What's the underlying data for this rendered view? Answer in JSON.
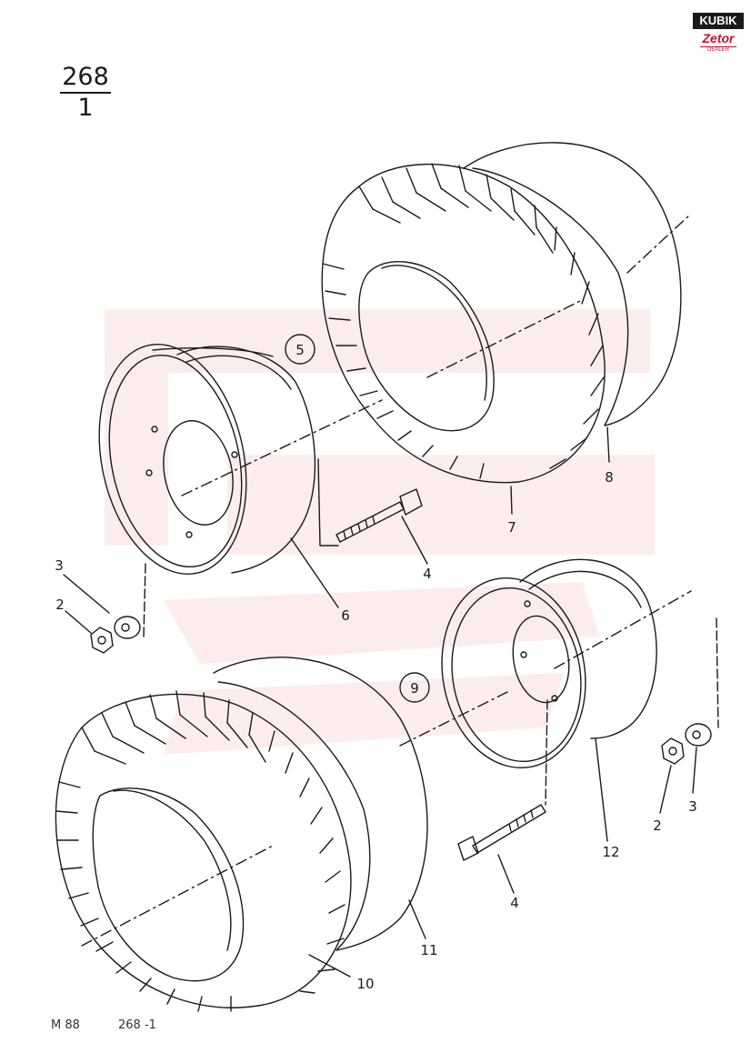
{
  "page_number": {
    "top": "268",
    "bottom": "1"
  },
  "logo": {
    "brand": "KUBIK",
    "sub": "Zetor",
    "tag": "DEALER"
  },
  "callouts": {
    "c2a": "2",
    "c3a": "3",
    "c4a": "4",
    "c5": "5",
    "c6": "6",
    "c7": "7",
    "c8": "8",
    "c9": "9",
    "c10": "10",
    "c11": "11",
    "c12": "12",
    "c2b": "2",
    "c3b": "3",
    "c4b": "4"
  },
  "footer": {
    "code": "M 88",
    "ref": "268 -1"
  },
  "colors": {
    "line": "#1a1a1a",
    "watermark": "#e8453c"
  }
}
